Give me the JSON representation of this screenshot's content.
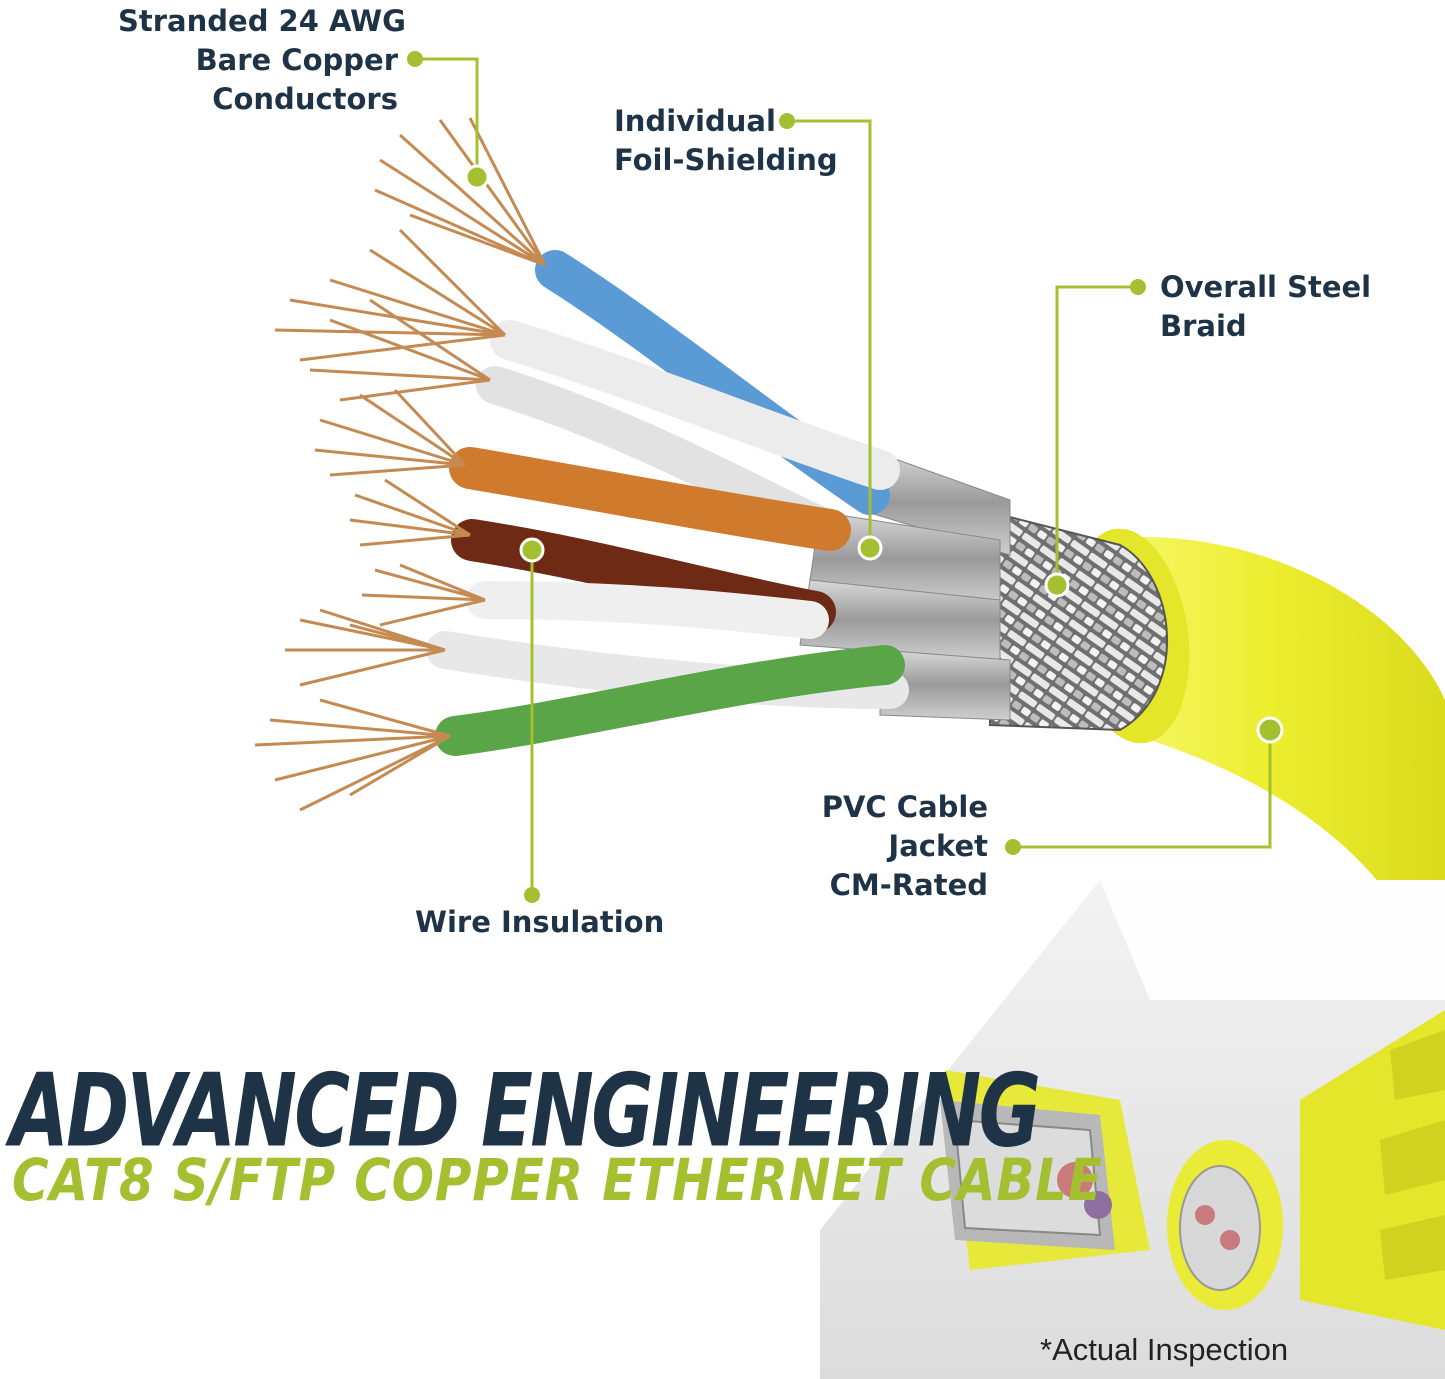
{
  "callouts": {
    "conductors": [
      "Stranded 24 AWG",
      "Bare Copper",
      "Conductors"
    ],
    "foil": [
      "Individual",
      "Foil-Shielding"
    ],
    "braid": [
      "Overall Steel",
      "Braid"
    ],
    "jacket": [
      "PVC Cable",
      "Jacket",
      "CM-Rated"
    ],
    "insulation": [
      "Wire Insulation"
    ]
  },
  "headline": "ADVANCED ENGINEERING",
  "subheadline": "CAT8 S/FTP COPPER ETHERNET CABLE",
  "photo_caption": "*Actual Inspection",
  "colors": {
    "accent_green": "#a4c031",
    "navy": "#1f3347",
    "jacket_yellow": "#eef03a",
    "wire_blue": "#5a9bd6",
    "wire_orange": "#d07a2e",
    "wire_brown": "#6e2a14",
    "wire_green": "#5aa548",
    "copper": "#c58a52"
  }
}
